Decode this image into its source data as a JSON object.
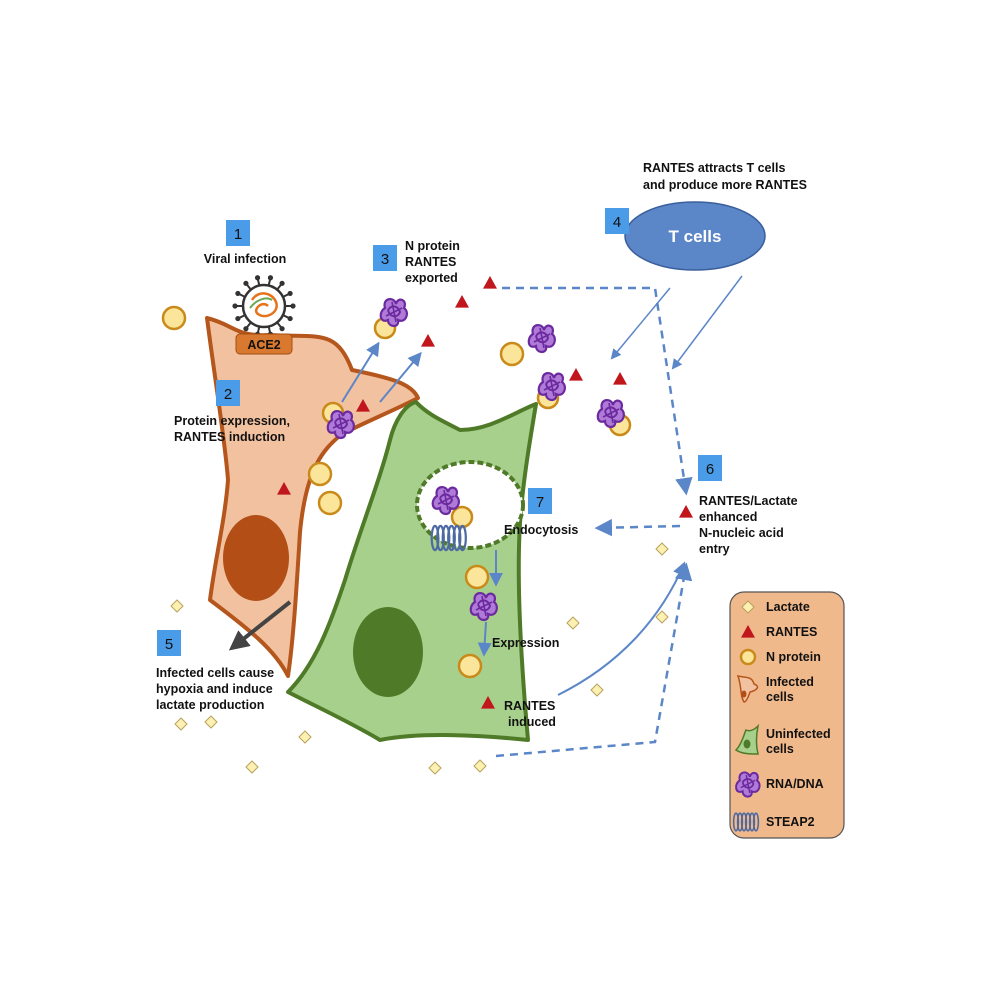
{
  "steps": [
    {
      "number": "1",
      "lines": [
        "Viral infection"
      ]
    },
    {
      "number": "2",
      "lines": [
        "Protein expression,",
        "RANTES induction"
      ]
    },
    {
      "number": "3",
      "lines": [
        "N protein",
        "RANTES",
        "exported"
      ]
    },
    {
      "number": "4",
      "lines": [
        "RANTES attracts  T cells",
        "and produce more RANTES"
      ]
    },
    {
      "number": "5",
      "lines": [
        "Infected cells cause",
        "hypoxia and induce",
        "lactate production"
      ]
    },
    {
      "number": "6",
      "lines": [
        "RANTES/Lactate",
        "enhanced",
        "N-nucleic acid",
        "entry"
      ]
    },
    {
      "number": "7",
      "lines": [
        "Endocytosis"
      ]
    }
  ],
  "labels": {
    "ace2": "ACE2",
    "t_cells": "T cells",
    "expression": "Expression",
    "rantes_induced": [
      "RANTES",
      "induced"
    ]
  },
  "legend": {
    "items": [
      {
        "icon": "lactate",
        "lines": [
          "Lactate"
        ]
      },
      {
        "icon": "rantes",
        "lines": [
          "RANTES"
        ]
      },
      {
        "icon": "n-protein",
        "lines": [
          "N protein"
        ]
      },
      {
        "icon": "infected-cell",
        "lines": [
          "Infected",
          "cells"
        ]
      },
      {
        "icon": "uninfected-cell",
        "lines": [
          "Uninfected",
          "cells"
        ]
      },
      {
        "icon": "rna-dna",
        "lines": [
          "RNA/DNA"
        ]
      },
      {
        "icon": "steap2",
        "lines": [
          "STEAP2"
        ]
      }
    ]
  },
  "colors": {
    "step_box": "#4a9be8",
    "infected_fill": "#f2c19f",
    "infected_stroke": "#b5561c",
    "uninfected_fill": "#a8d08d",
    "uninfected_stroke": "#4f7a28",
    "t_cell": "#5b86c8",
    "rantes": "#c0161c",
    "n_protein": "#fbe59a",
    "lactate": "#fdf0b3",
    "rna": "#6b2a9e",
    "legend_bg": "#f0b98b"
  }
}
